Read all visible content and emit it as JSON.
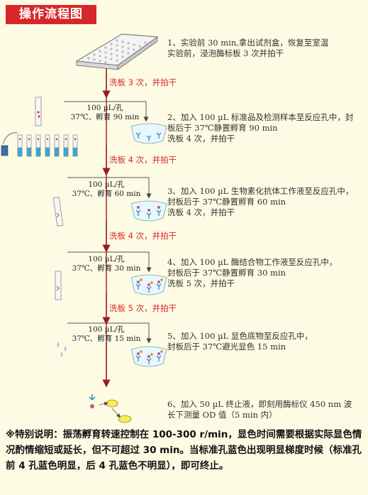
{
  "title": "操作流程图",
  "steps": [
    {
      "text": "1、实验前 30 min,拿出试剂盒，恢复至室温\n实验前，浸泡酶标板 3 次并拍干"
    },
    {
      "text": "2、加入 100 µL 标准品及检测样本至反应孔中，封\n板后于 37℃静置孵育 90 min\n洗板 4 次，并拍干"
    },
    {
      "text": "3、加入 100 µL 生物素化抗体工作液至反应孔中，\n封板后于 37℃静置孵育 60 min\n洗板 4 次，并拍干"
    },
    {
      "text": "4、加入 100 µL 酶结合物工作液至反应孔中，\n封板后于 37℃静置孵育 30 min\n洗板 5 次，并拍干"
    },
    {
      "text": "5、加入 100 µL 显色底物至反应孔中，\n封板后于 37℃避光显色 15 min"
    },
    {
      "text": "6、加入 50 µL 终止液，即刻用酶标仪 450 nm 波\n长下测量 OD 值（5 min 内）"
    }
  ],
  "washes": [
    "洗板 3 次，并拍干",
    "洗板 4 次，并拍干",
    "洗板 4 次，并拍干",
    "洗板 5 次，并拍干"
  ],
  "conditions": [
    {
      "volume": "100 µL/孔",
      "incubation": "37℃、孵育 90 min"
    },
    {
      "volume": "100 µL/孔",
      "incubation": "37℃、孵育 60 min"
    },
    {
      "volume": "100 µL/孔",
      "incubation": "37℃、孵育 30 min"
    },
    {
      "volume": "100 µL/孔",
      "incubation": "37℃、孵育 15 min"
    }
  ],
  "note": "※特别说明：振荡孵育转速控制在 100-300 r/min，显色时间需要根据实际显色情况酌情缩短或延长，但不可超过 30 min。当标准孔蓝色出现明显梯度时候（标准孔前 4 孔蓝色明显，后 4 孔蓝色不明显），即可终止。",
  "colors": {
    "accent": "#d9262a",
    "background": "#fdfbe3",
    "well_blue": "#3aa6d8",
    "arrow": "#9b1c20"
  }
}
